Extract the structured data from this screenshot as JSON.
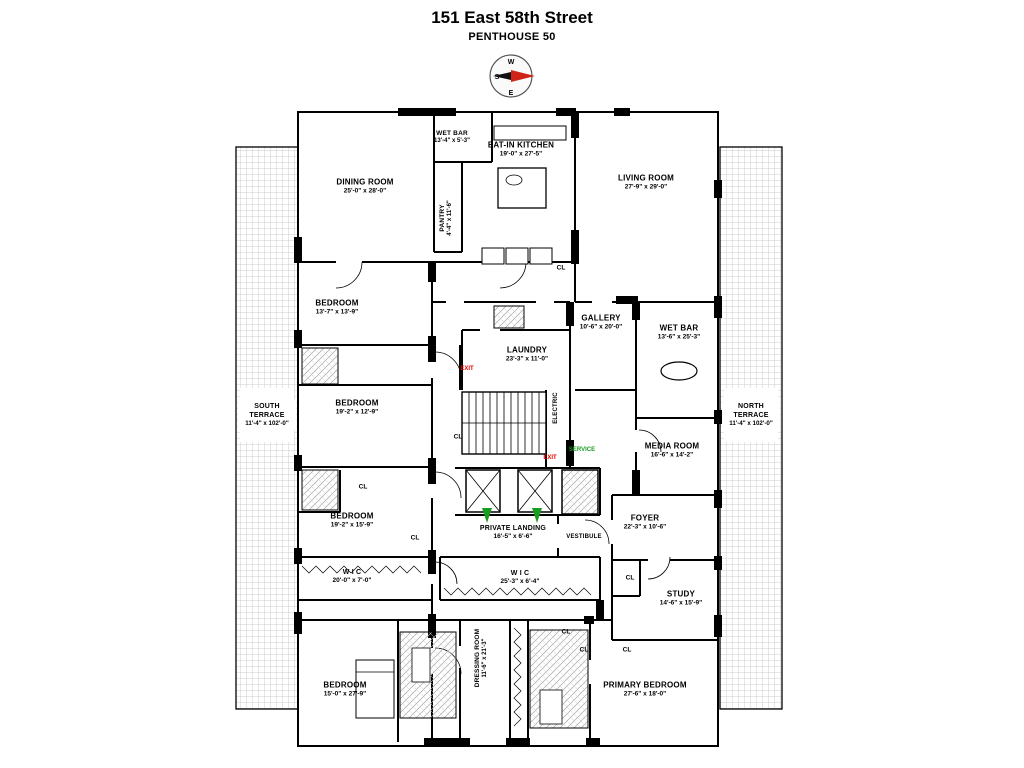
{
  "title": "151 East 58th Street",
  "subtitle": "PENTHOUSE 50",
  "compass": {
    "west": "W",
    "south": "S",
    "east": "E"
  },
  "colors": {
    "wall": "#000000",
    "exit_red": "#e80000",
    "service_green": "#1a9c20",
    "needle_red": "#cf2318",
    "terrace_hatch": "#cccccc"
  },
  "terraces": {
    "south": {
      "name": "SOUTH TERRACE",
      "dims": "11'-4\" x 102'-0\""
    },
    "north": {
      "name": "NORTH TERRACE",
      "dims": "11'-4\" x 102'-0\""
    }
  },
  "rooms": {
    "dining": {
      "name": "DINING ROOM",
      "dims": "25'-0\" x 28'-0\""
    },
    "wetbar_top": {
      "name": "WET BAR",
      "dims": "13'-4\" x 5'-3\""
    },
    "kitchen": {
      "name": "EAT-IN KITCHEN",
      "dims": "19'-0\" x 27'-5\""
    },
    "living": {
      "name": "LIVING ROOM",
      "dims": "27'-9\" x 29'-0\""
    },
    "pantry": {
      "name": "PANTRY",
      "dims": "4'-4\" x 11'-6\""
    },
    "bedroom2": {
      "name": "BEDROOM",
      "dims": "13'-7\" x 13'-9\""
    },
    "gallery": {
      "name": "GALLERY",
      "dims": "10'-6\" x 20'-0\""
    },
    "wetbar_right": {
      "name": "WET BAR",
      "dims": "13'-6\" x 25'-3\""
    },
    "laundry": {
      "name": "LAUNDRY",
      "dims": "23'-3\" x 11'-0\""
    },
    "bedroom3": {
      "name": "BEDROOM",
      "dims": "19'-2\" x 12'-9\""
    },
    "media": {
      "name": "MEDIA ROOM",
      "dims": "16'-6\" x 14'-2\""
    },
    "bedroom4": {
      "name": "BEDROOM",
      "dims": "19'-2\" x 15'-9\""
    },
    "foyer": {
      "name": "FOYER",
      "dims": "22'-3\" x 10'-6\""
    },
    "landing": {
      "name": "PRIVATE LANDING",
      "dims": "16'-5\" x 6'-6\""
    },
    "vestibule": {
      "name": "VESTIBULE"
    },
    "electric": {
      "name": "ELECTRIC"
    },
    "wic1": {
      "name": "W I C",
      "dims": "20'-0\" x 7'-0\""
    },
    "wic2": {
      "name": "W I C",
      "dims": "25'-3\" x 6'-4\""
    },
    "study": {
      "name": "STUDY",
      "dims": "14'-6\" x 15'-9\""
    },
    "dressing": {
      "name": "DRESSING ROOM",
      "dims": "11'-6\" x 21'-3\""
    },
    "bedroom5": {
      "name": "BEDROOM",
      "dims": "15'-0\" x 27'-9\""
    },
    "primary": {
      "name": "PRIMARY BEDROOM",
      "dims": "27'-6\" x 18'-0\""
    }
  },
  "annotations": {
    "exit": "EXIT",
    "service": "SERVICE",
    "closet": "CL"
  }
}
